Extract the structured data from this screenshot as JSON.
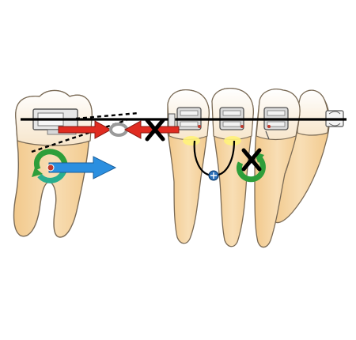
{
  "figure": {
    "elements": {
      "molar": "molar",
      "premolars": "premolars",
      "canine": "canine",
      "molar_tube": "molar-tube",
      "brackets": "brackets",
      "archwire": "archwire",
      "elastic_chain": "elastic-chain",
      "miniscrew": "miniscrew",
      "lingual_root_spring": "lingual-root-spring",
      "ligature_line": "ligature-line"
    },
    "colors": {
      "tooth_fill": "#F5D5A5",
      "tooth_outline": "#7A6A55",
      "crown_fill": "#FBF3E6",
      "archwire": "#000000",
      "force_arrow": "#E02B20",
      "movement_arrow": "#2B8FE0",
      "rotation_arrow": "#2E9E3A",
      "rotation_arrow_alt": "#2AAE8E",
      "blocked_mark": "#000000",
      "contact_highlight": "#FFF27A",
      "miniscrew": "#2B6FB8",
      "resistance_center": "#C0392B"
    },
    "icons": {
      "blocked": "x-mark-icon",
      "rotation": "rotation-arrow-icon",
      "translation": "right-arrow-icon",
      "force": "left-arrow-icon"
    }
  }
}
